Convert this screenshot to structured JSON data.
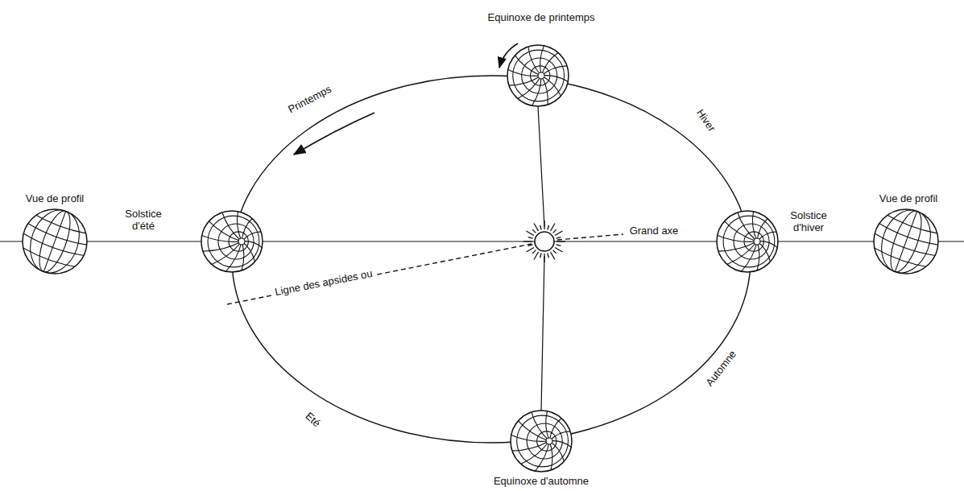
{
  "diagram": {
    "labels": [
      "Equinoxe de printemps",
      "Printemps",
      "Hiver",
      "Vue de profil",
      "Solstice d'été",
      "Solstice d'hiver",
      "Vue de profil",
      "Grand axe",
      "Ligne des apsides ou",
      "Eté",
      "Automne",
      "Equinoxe d'automne"
    ]
  }
}
